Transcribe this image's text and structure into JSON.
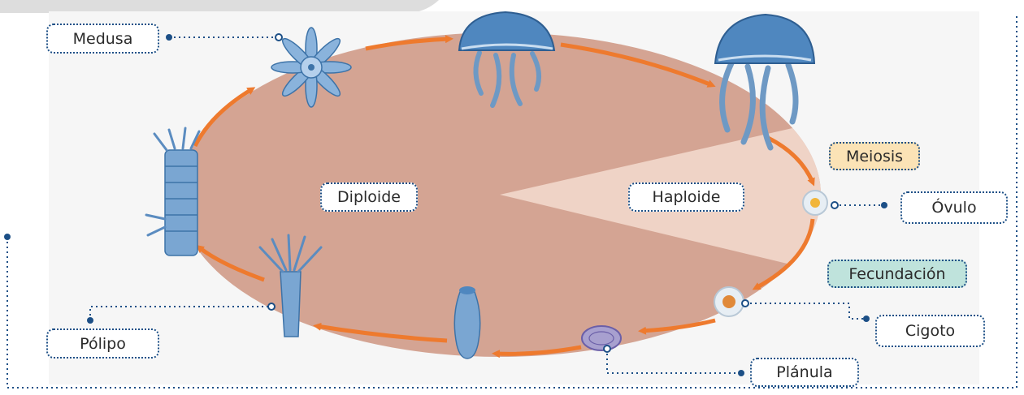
{
  "labels": {
    "medusa": "Medusa",
    "polipo": "Pólipo",
    "diploide": "Diploide",
    "haploide": "Haploide",
    "meiosis": "Meiosis",
    "ovulo": "Óvulo",
    "fecundacion": "Fecundación",
    "cigoto": "Cigoto",
    "planula": "Plánula"
  },
  "colors": {
    "diploid_fill": "#d4a493",
    "haploid_fill": "#efd3c6",
    "arrow": "#ee7a2e",
    "leader": "#1c4f86",
    "organism": "#5b93c6",
    "meiosis_bg": "#fbe3b6",
    "fecundacion_bg": "#bfe3dc"
  }
}
